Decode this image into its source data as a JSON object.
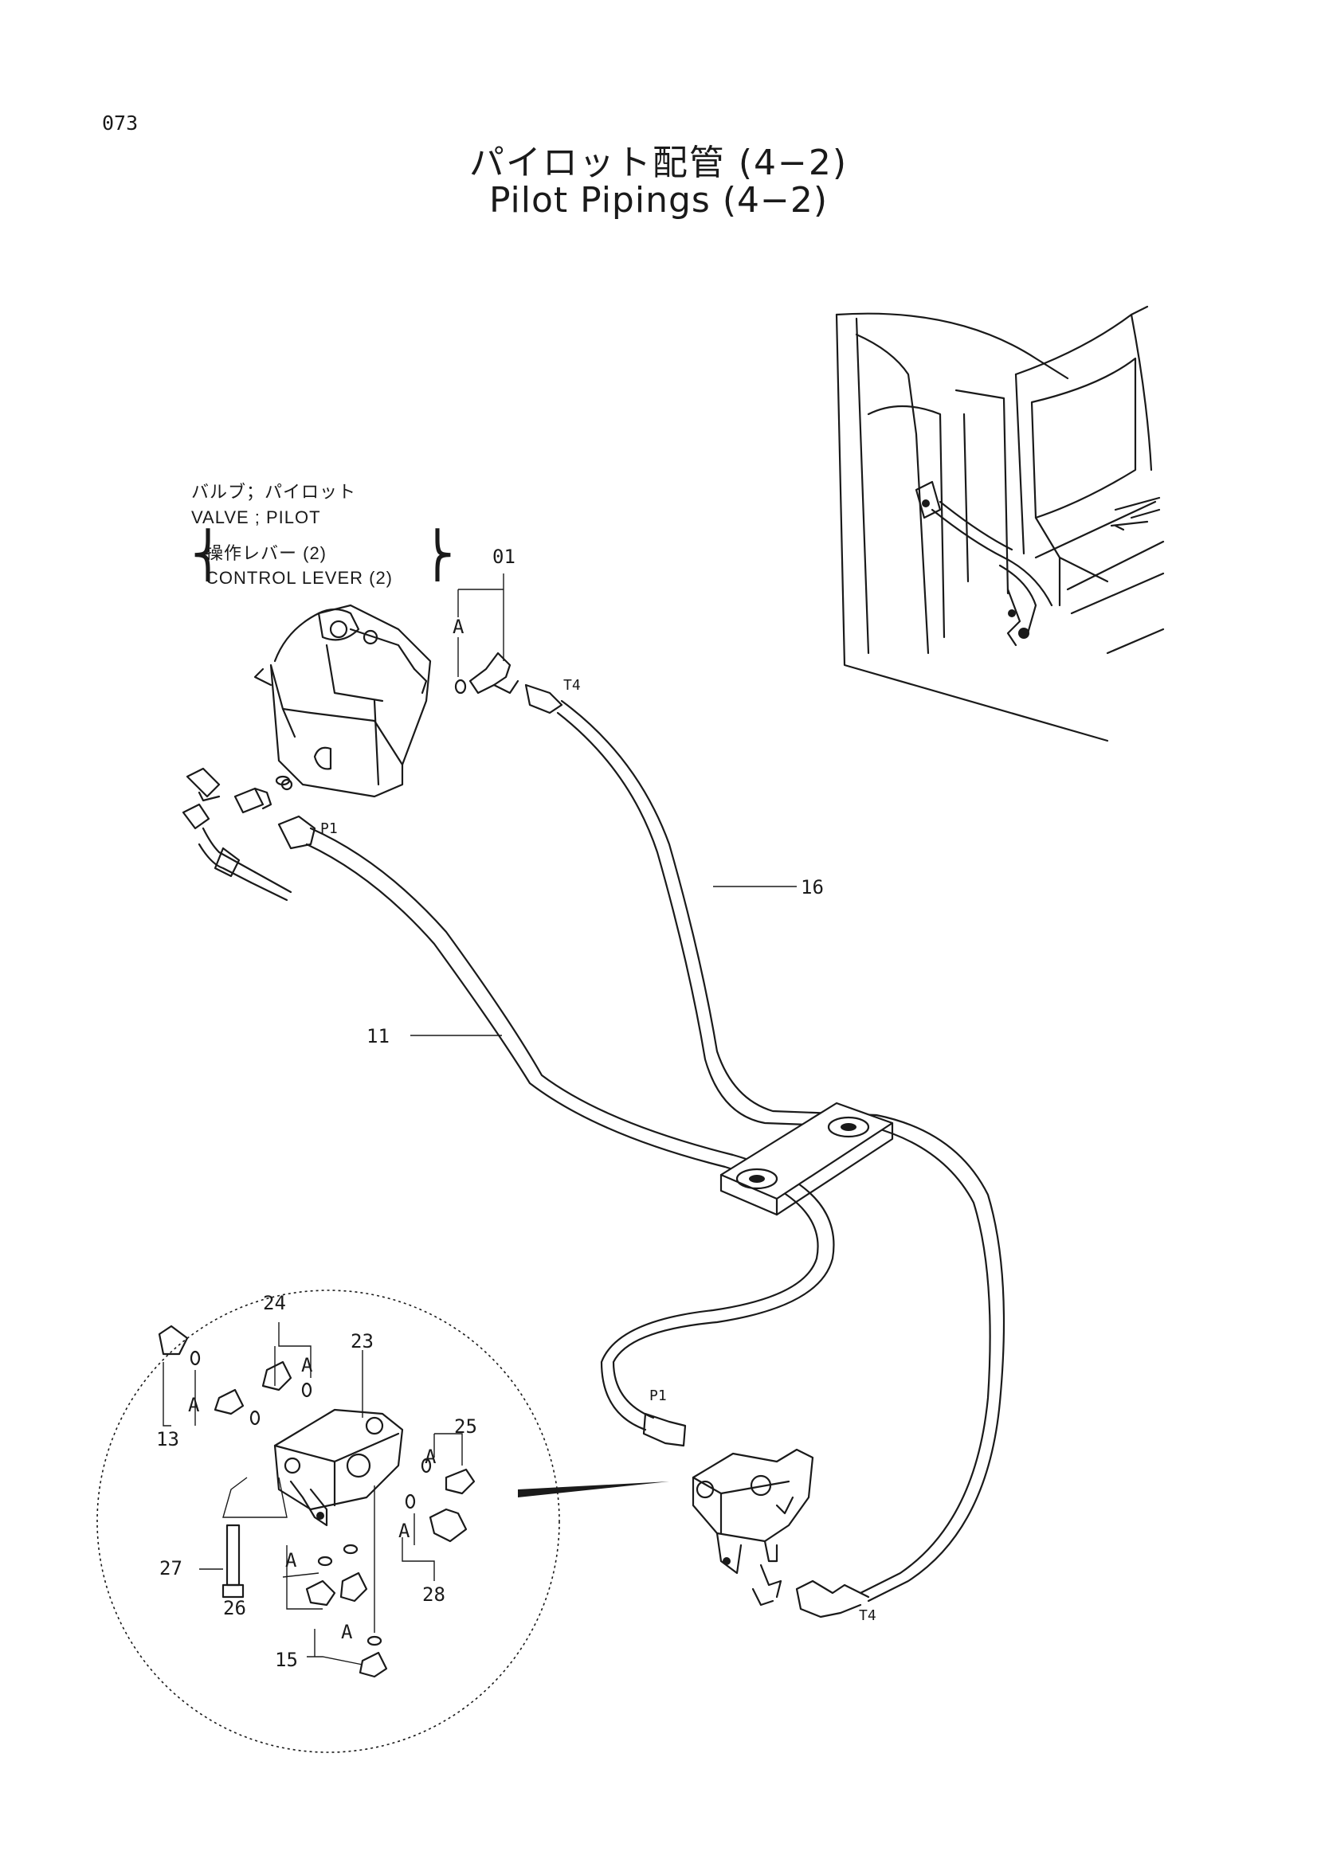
{
  "page_number": "073",
  "title": {
    "jp": "パイロット配管 (4−2)",
    "en": "Pilot Pipings (4−2)"
  },
  "component_labels": {
    "valve_jp": "バルブ；パイロット",
    "valve_en": "VALVE ; PILOT",
    "lever_jp": "操作レバー (2)",
    "lever_en": "CONTROL LEVER (2)"
  },
  "callouts": {
    "c01": "01",
    "c16": "16",
    "c11": "11",
    "c13": "13",
    "c15": "15",
    "c23": "23",
    "c24": "24",
    "c25": "25",
    "c26": "26",
    "c27": "27",
    "c28": "28"
  },
  "port_labels": {
    "t4_upper": "T4",
    "p1_upper": "P1",
    "p1_lower": "P1",
    "t4_lower": "T4"
  },
  "ref_a": "A"
}
